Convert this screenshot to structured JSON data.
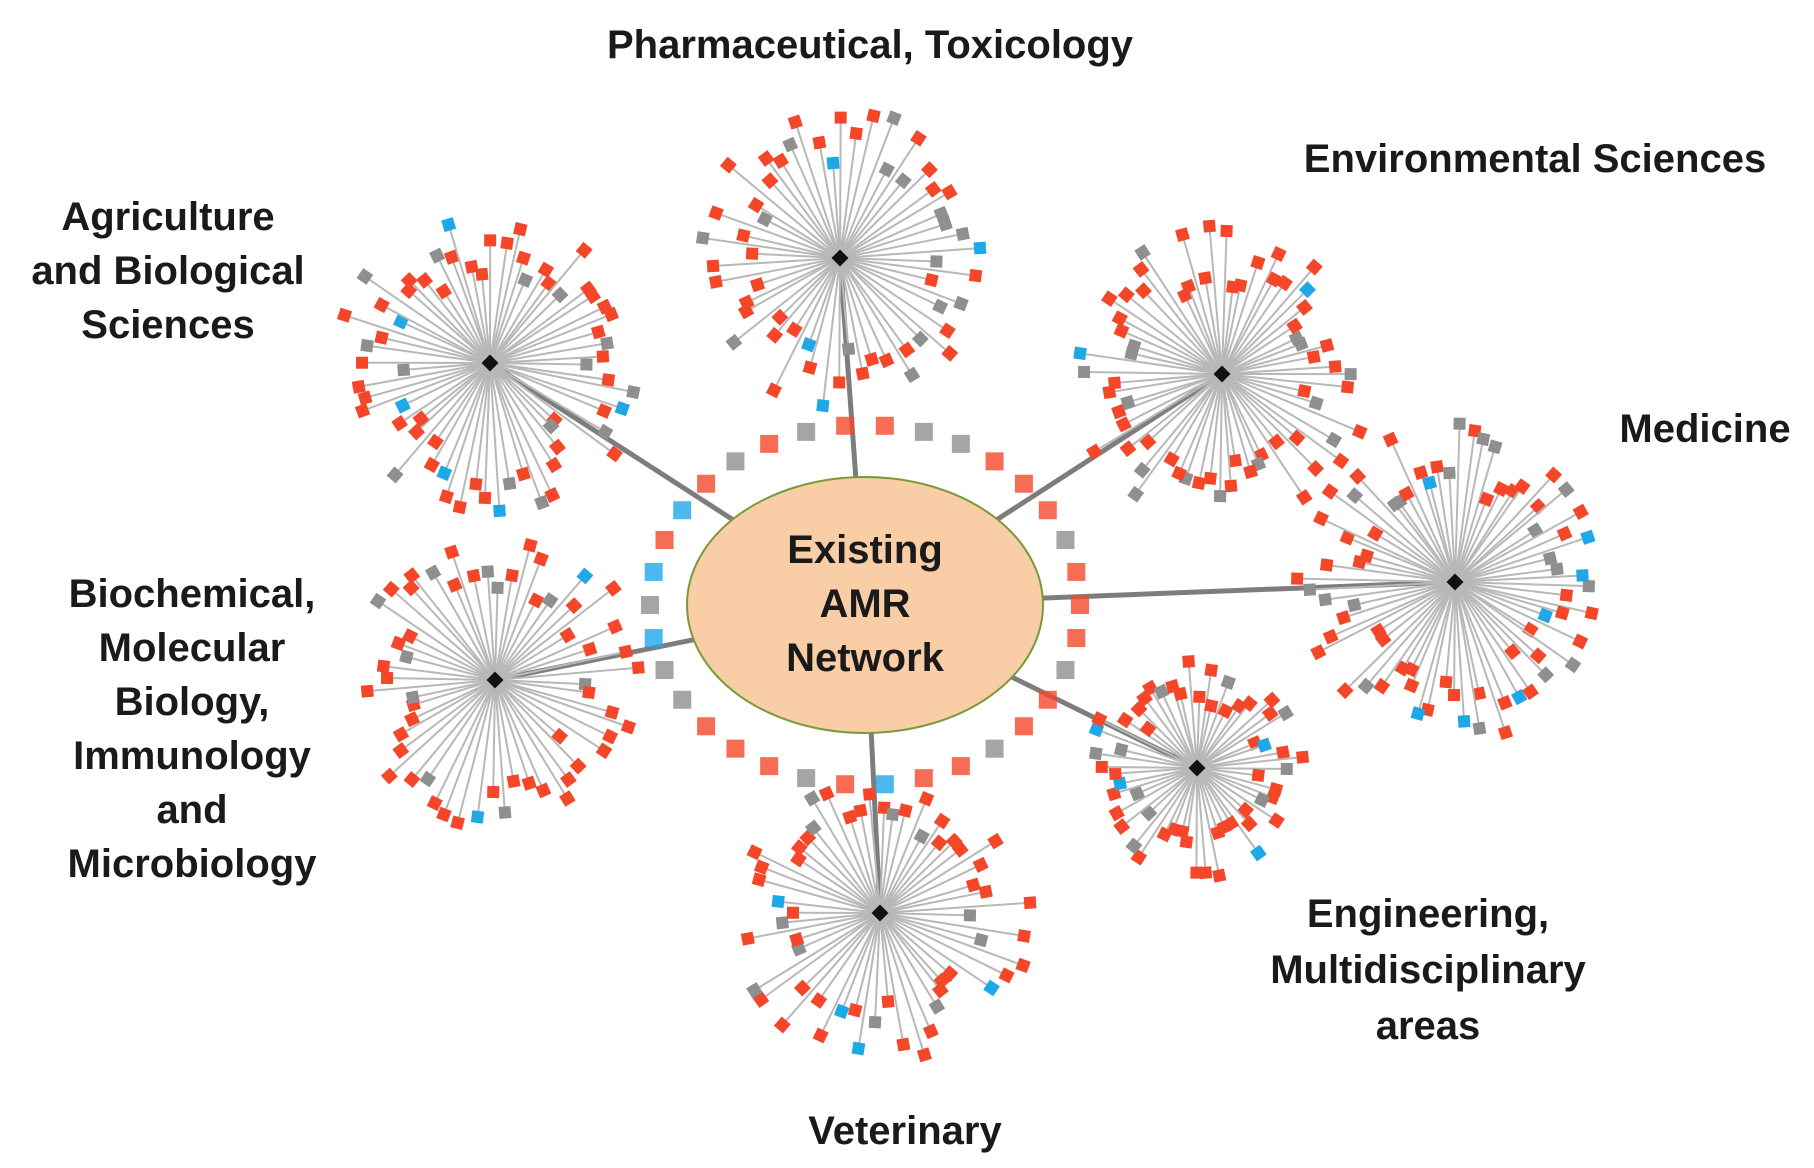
{
  "center": {
    "lines": [
      "Existing",
      "AMR",
      "Network"
    ],
    "fill": "#f9cda5",
    "stroke": "#7a9a3a"
  },
  "colors": {
    "red": "#f4472a",
    "gray": "#8f8f8f",
    "blue": "#1ea8e8",
    "hub": "#111111"
  },
  "clusters": [
    {
      "id": "pharmaceutical-toxicology",
      "label_lines": [
        "Pharmaceutical, Toxicology"
      ]
    },
    {
      "id": "environmental-sciences",
      "label_lines": [
        "Environmental Sciences"
      ]
    },
    {
      "id": "agriculture-biological-sciences",
      "label_lines": [
        "Agriculture",
        "and Biological",
        "Sciences"
      ]
    },
    {
      "id": "medicine",
      "label_lines": [
        "Medicine"
      ]
    },
    {
      "id": "biochemical-molecular-biology",
      "label_lines": [
        "Biochemical,",
        "Molecular",
        "Biology,",
        "Immunology",
        "and",
        "Microbiology"
      ]
    },
    {
      "id": "engineering-multidisciplinary",
      "label_lines": [
        "Engineering,",
        "Multidisciplinary",
        "areas"
      ]
    },
    {
      "id": "veterinary",
      "label_lines": [
        "Veterinary"
      ]
    }
  ]
}
